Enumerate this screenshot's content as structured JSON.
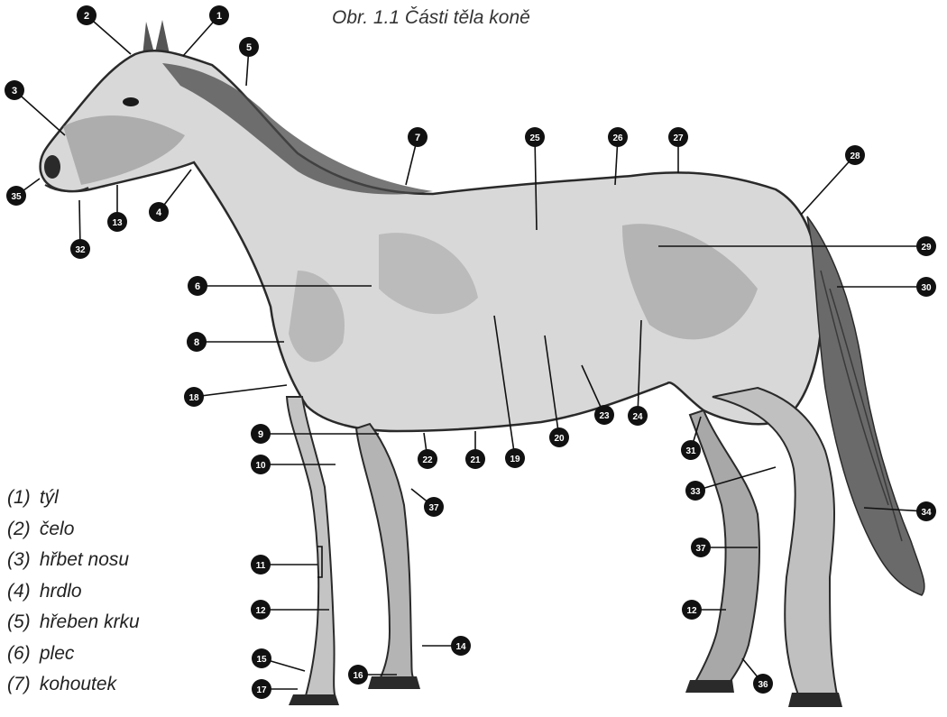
{
  "caption": "Obr. 1.1 Části těla koně",
  "colors": {
    "badge": "#111111",
    "badge_text": "#ffffff",
    "leader": "#111111",
    "illustration": "#3a3a3a"
  },
  "badges": [
    "1",
    "2",
    "3",
    "4",
    "5",
    "6",
    "7",
    "8",
    "9",
    "10",
    "11",
    "12",
    "13",
    "14",
    "15",
    "16",
    "17",
    "18",
    "19",
    "20",
    "21",
    "22",
    "23",
    "24",
    "25",
    "26",
    "27",
    "28",
    "29",
    "30",
    "31",
    "32",
    "33",
    "34",
    "35",
    "36",
    "37"
  ],
  "legend": [
    {
      "num": "(1)",
      "label": "týl"
    },
    {
      "num": "(2)",
      "label": "čelo"
    },
    {
      "num": "(3)",
      "label": "hřbet nosu"
    },
    {
      "num": "(4)",
      "label": "hrdlo"
    },
    {
      "num": "(5)",
      "label": "hřeben krku"
    },
    {
      "num": "(6)",
      "label": "plec"
    },
    {
      "num": "(7)",
      "label": "kohoutek"
    }
  ]
}
